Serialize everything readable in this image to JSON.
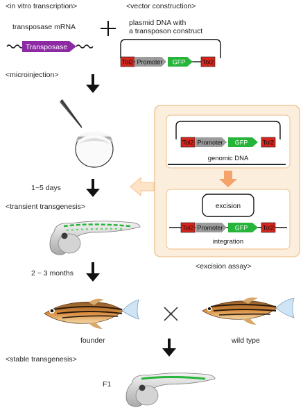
{
  "steps": {
    "in_vitro": "<in vitro transcription>",
    "vector": "<vector construction>",
    "microinjection": "<microinjection>",
    "transient": "<transient transgenesis>",
    "stable": "<stable transgenesis>",
    "excision_assay": "<excision assay>"
  },
  "labels": {
    "transposase_mrna": "transposase mRNA",
    "plasmid_line1": "plasmid DNA with",
    "plasmid_line2": "a transposon construct",
    "transposase": "Transposase",
    "days": "1~5 days",
    "months": "2 ~ 3 months",
    "founder": "founder",
    "wild_type": "wild type",
    "f1": "F1",
    "genomic_dna": "genomic DNA",
    "excision": "excision",
    "integration": "integration"
  },
  "construct": {
    "tol2_left": "Tol2",
    "promoter": "Promoter",
    "gfp": "GFP",
    "tol2_right": "Tol2"
  },
  "symbols": {
    "plus": "+",
    "cross": "×"
  },
  "colors": {
    "tol2": "#d7261e",
    "promoter": "#9b9b9b",
    "gfp": "#27b43a",
    "transposase": "#8b2aa3",
    "assay_panel": "#fbeedd",
    "assay_border": "#f0c896",
    "orange_arrow": "#f5a36a"
  }
}
